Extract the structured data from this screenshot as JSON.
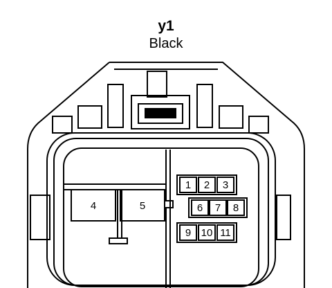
{
  "connector": {
    "id": "y1",
    "color": "Black"
  },
  "pins": [
    "1",
    "2",
    "3",
    "4",
    "5",
    "6",
    "7",
    "8",
    "9",
    "10",
    "11"
  ]
}
